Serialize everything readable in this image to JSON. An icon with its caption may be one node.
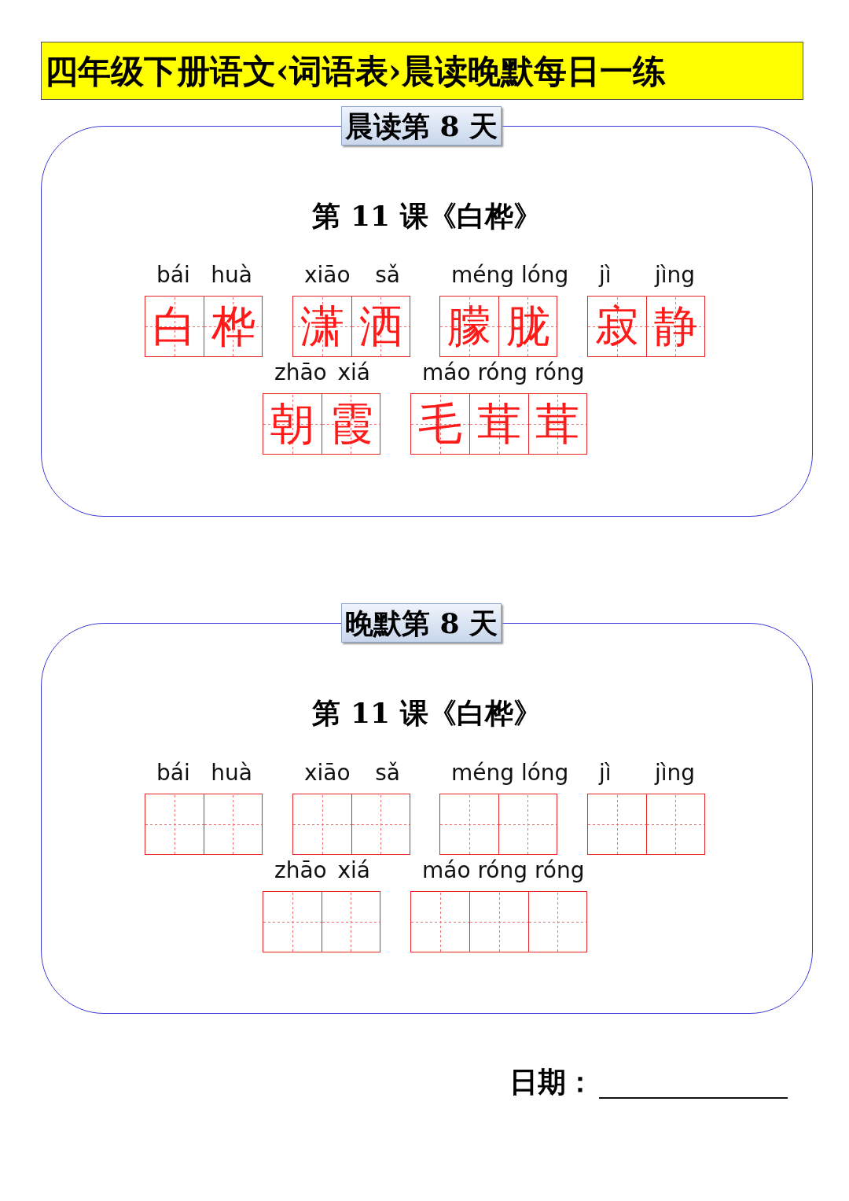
{
  "diagram": {
    "title": "四年级下册语文‹词语表›晨读晚默每日一练",
    "nodes": [
      {
        "text": [
          "晨读第 8 天",
          "第 11 课《白桦》"
        ]
      },
      {
        "text": [
          "bái huà",
          "白桦"
        ],
        "in": 0
      },
      {
        "text": [
          "xiāo sǎ",
          "潇洒"
        ],
        "in": 0
      },
      {
        "text": [
          "méng lóng",
          "朦胧"
        ],
        "in": 0
      },
      {
        "text": [
          "jì jìng",
          "寂静"
        ],
        "in": 0
      },
      {
        "text": [
          "zhāo xiá",
          "朝霞"
        ],
        "in": 0
      },
      {
        "text": [
          "máo róng róng",
          "毛茸茸"
        ],
        "in": 0
      },
      {
        "text": [
          "晚默第 8 天",
          "第 11 课《白桦》"
        ]
      },
      {
        "text": [
          "bái huà"
        ],
        "in": 7
      },
      {
        "text": [
          "xiāo sǎ"
        ],
        "in": 7
      },
      {
        "text": [
          "méng lóng"
        ],
        "in": 7
      },
      {
        "text": [
          "jì jìng"
        ],
        "in": 7
      },
      {
        "text": [
          "zhāo xiá"
        ],
        "in": 7
      },
      {
        "text": [
          "máo róng róng"
        ],
        "in": 7
      }
    ],
    "labels": [
      "日期："
    ]
  }
}
